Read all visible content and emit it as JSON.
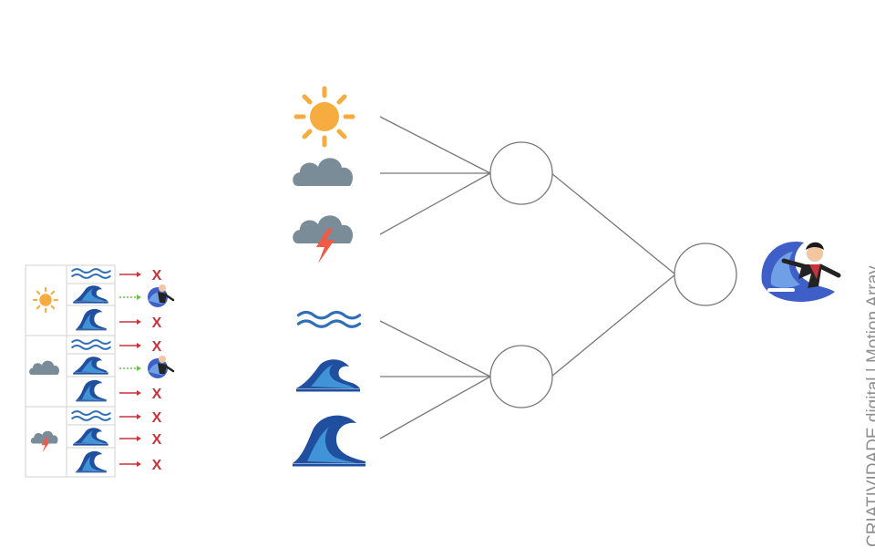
{
  "diagram": {
    "inputs": [
      "sun-icon",
      "cloud-icon",
      "storm-cloud-icon",
      "calm-water-icon",
      "medium-wave-icon",
      "big-wave-icon"
    ],
    "hidden_nodes": 2,
    "output_node": 1,
    "output_icon": "surfer-icon"
  },
  "table": {
    "weather_groups": [
      "sun-icon",
      "cloud-icon",
      "storm-cloud-icon"
    ],
    "wave_types": [
      "calm-water-icon",
      "medium-wave-icon",
      "big-wave-icon"
    ],
    "results": [
      [
        "fail",
        "surf",
        "fail"
      ],
      [
        "fail",
        "surf",
        "fail"
      ],
      [
        "fail",
        "fail",
        "fail"
      ]
    ],
    "fail_mark": "X"
  },
  "credit": "CRIATIVIDADE.digital | Motion Array",
  "colors": {
    "sun": "#f6ac3f",
    "cloud": "#7b8c99",
    "lightning": "#ef5b47",
    "wave_dark": "#1f4f9e",
    "wave_light": "#3f93d6",
    "arrow_red": "#c8333b",
    "arrow_green": "#6cbf4b",
    "lines": "#777777"
  }
}
